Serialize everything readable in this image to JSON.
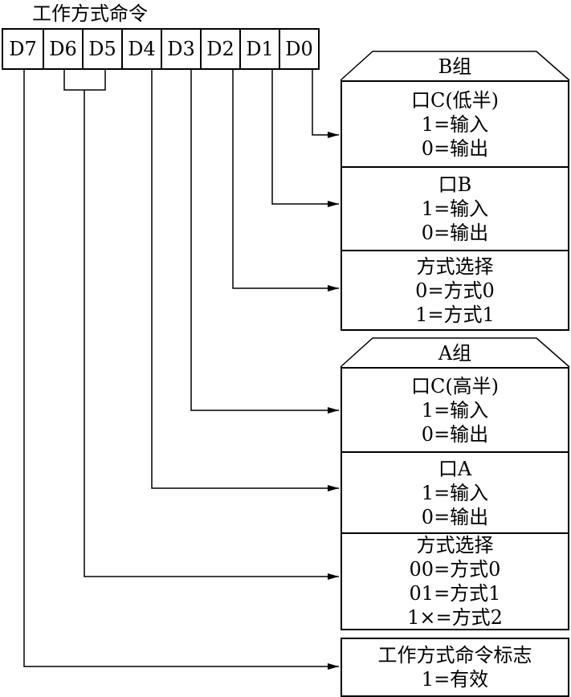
{
  "title": "工作方式命令",
  "bits": [
    "D7",
    "D6",
    "D5",
    "D4",
    "D3",
    "D2",
    "D1",
    "D0"
  ],
  "groupB": {
    "label": "B组",
    "cells": [
      {
        "lines": [
          "口C(低半)",
          "1=输入",
          "0=输出"
        ]
      },
      {
        "lines": [
          "口B",
          "1=输入",
          "0=输出"
        ]
      },
      {
        "lines": [
          "方式选择",
          "0=方式0",
          "1=方式1"
        ]
      }
    ]
  },
  "groupA": {
    "label": "A组",
    "cells": [
      {
        "lines": [
          "口C(高半)",
          "1=输入",
          "0=输出"
        ]
      },
      {
        "lines": [
          "口A",
          "1=输入",
          "0=输出"
        ]
      },
      {
        "lines": [
          "方式选择",
          "00=方式0",
          "01=方式1",
          "1×=方式2"
        ]
      }
    ]
  },
  "flag": {
    "lines": [
      "工作方式命令标志",
      "1=有效"
    ]
  }
}
